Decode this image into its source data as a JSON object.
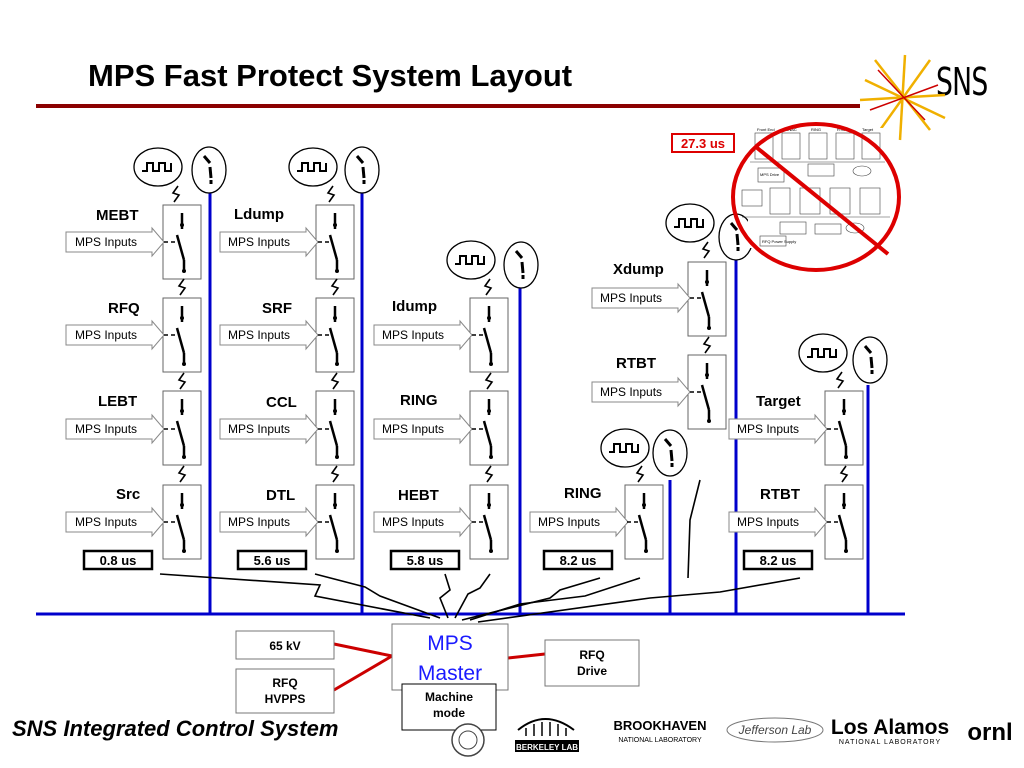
{
  "title": "MPS Fast Protect System Layout",
  "footer": "SNS Integrated Control System",
  "brand_logo_text": "SNS",
  "colors": {
    "beam_line": "#0000cc",
    "accent_red": "#cc0000",
    "title_rule": "#8b0000",
    "master_text": "#1a1aff"
  },
  "mps_inputs_label": "MPS Inputs",
  "nodes": {
    "mebt": "MEBT",
    "rfq": "RFQ",
    "lebt": "LEBT",
    "src": "Src",
    "ldump": "Ldump",
    "srf": "SRF",
    "ccl": "CCL",
    "dtl": "DTL",
    "idump": "Idump",
    "ring": "RING",
    "hebt": "HEBT",
    "ring2": "RING",
    "xdump": "Xdump",
    "rtbt": "RTBT",
    "target": "Target",
    "rtbt2": "RTBT"
  },
  "timings": [
    "0.8 us",
    "5.6 us",
    "5.8 us",
    "8.2 us",
    "8.2 us"
  ],
  "crossed_timing": "27.3 us",
  "master": {
    "line1": "MPS",
    "line2": "Master"
  },
  "side_boxes": {
    "hv": "65 kV",
    "rfq_hvpps_1": "RFQ",
    "rfq_hvpps_2": "HVPPS",
    "rfq_drive_1": "RFQ",
    "rfq_drive_2": "Drive",
    "machine_mode_1": "Machine",
    "machine_mode_2": "mode"
  },
  "sponsors": {
    "berkeley": "BERKELEY LAB",
    "brookhaven_1": "BROOKHAVEN",
    "brookhaven_2": "NATIONAL LABORATORY",
    "jlab": "Jefferson Lab",
    "lanl_1": "Los Alamos",
    "lanl_2": "NATIONAL LABORATORY",
    "ornl": "ornl"
  },
  "old_diagram_labels": [
    "Front End",
    "LINAC",
    "RING",
    "RTBT",
    "Target",
    "MPS Drive",
    "RFQ Power Supply"
  ]
}
